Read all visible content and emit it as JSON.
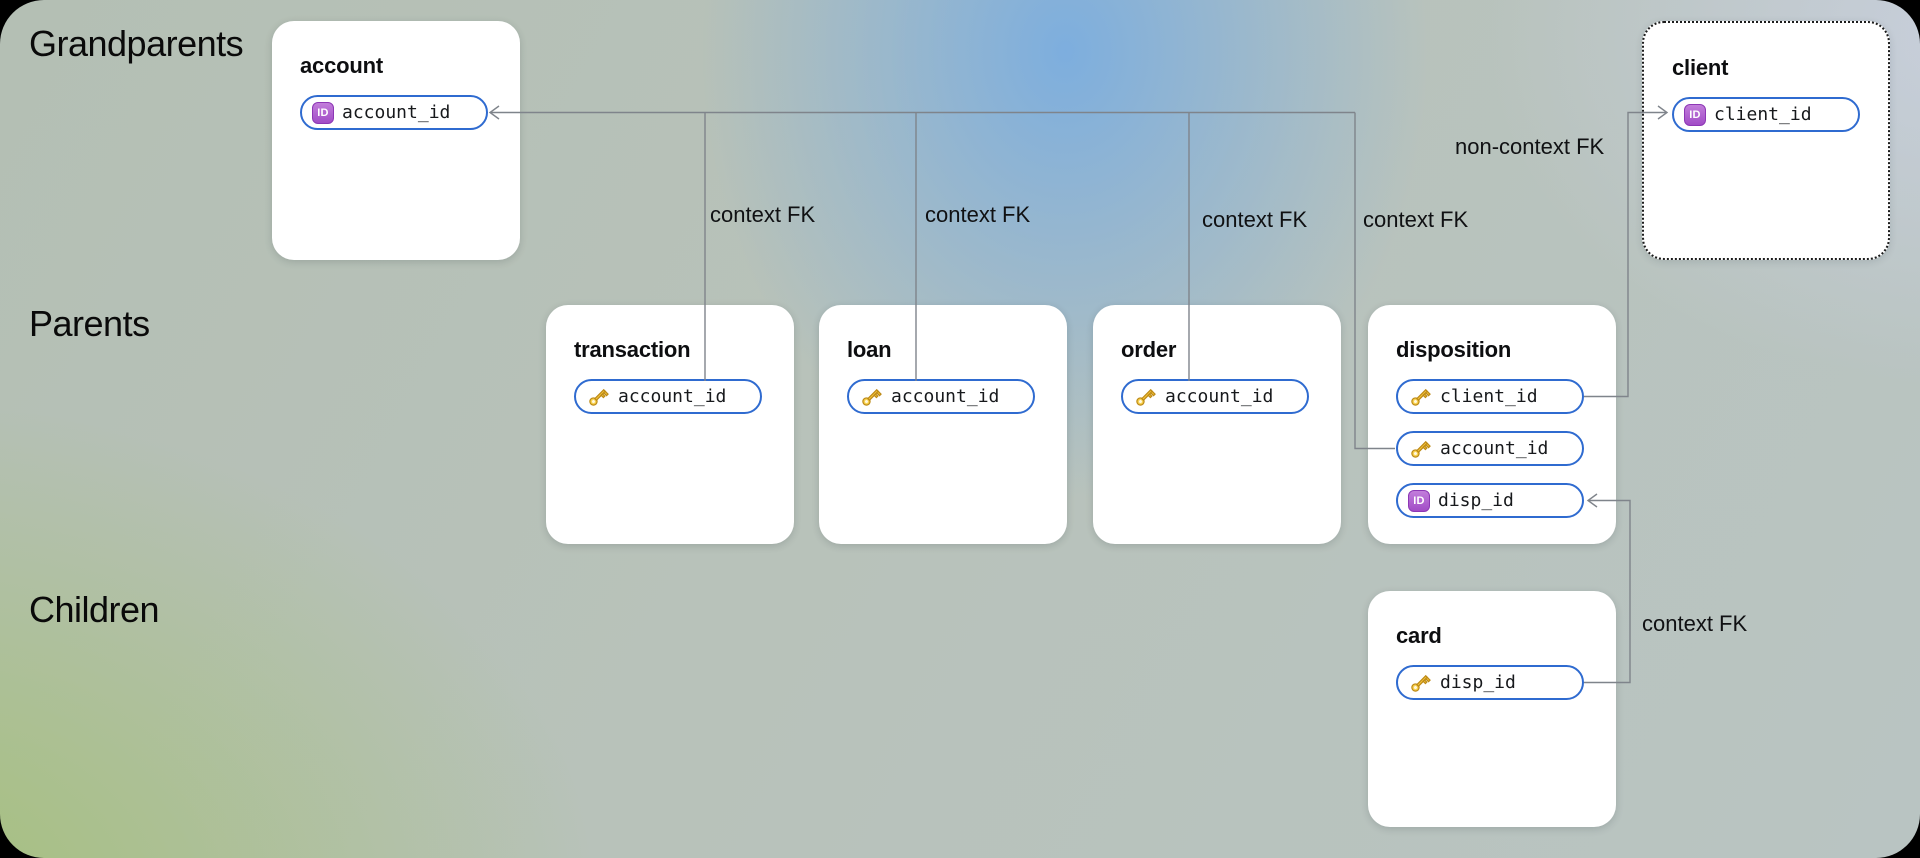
{
  "row_labels": {
    "grandparents": "Grandparents",
    "parents": "Parents",
    "children": "Children"
  },
  "icons": {
    "id_badge_text": "ID",
    "key_icon_name": "key-icon",
    "id_icon_name": "id-badge-icon"
  },
  "colors": {
    "pill_border": "#2f6bd0",
    "id_badge_purple": "#a14cc6",
    "key_gold": "#f2c23c",
    "line_gray": "#7f848b",
    "blue_glow": "#7aade0",
    "green_glow": "#a3c074"
  },
  "tables": {
    "account": {
      "title": "account",
      "fields": [
        {
          "name": "account_id",
          "icon": "id"
        }
      ]
    },
    "client": {
      "title": "client",
      "fields": [
        {
          "name": "client_id",
          "icon": "id"
        }
      ],
      "border": "dotted"
    },
    "transaction": {
      "title": "transaction",
      "fields": [
        {
          "name": "account_id",
          "icon": "key"
        }
      ]
    },
    "loan": {
      "title": "loan",
      "fields": [
        {
          "name": "account_id",
          "icon": "key"
        }
      ]
    },
    "order": {
      "title": "order",
      "fields": [
        {
          "name": "account_id",
          "icon": "key"
        }
      ]
    },
    "disposition": {
      "title": "disposition",
      "fields": [
        {
          "name": "client_id",
          "icon": "key"
        },
        {
          "name": "account_id",
          "icon": "key"
        },
        {
          "name": "disp_id",
          "icon": "id"
        }
      ]
    },
    "card": {
      "title": "card",
      "fields": [
        {
          "name": "disp_id",
          "icon": "key"
        }
      ]
    }
  },
  "edges": [
    {
      "from": "transaction.account_id",
      "to": "account.account_id",
      "label": "context FK"
    },
    {
      "from": "loan.account_id",
      "to": "account.account_id",
      "label": "context FK"
    },
    {
      "from": "order.account_id",
      "to": "account.account_id",
      "label": "context FK"
    },
    {
      "from": "disposition.account_id",
      "to": "account.account_id",
      "label": "context FK"
    },
    {
      "from": "disposition.client_id",
      "to": "client.client_id",
      "label": "non-context FK"
    },
    {
      "from": "card.disp_id",
      "to": "disposition.disp_id",
      "label": "context FK"
    }
  ]
}
